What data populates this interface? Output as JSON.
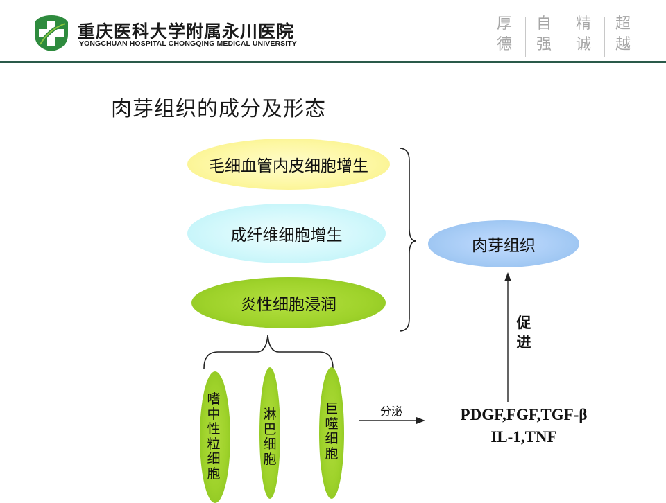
{
  "header": {
    "hospital_name_cn": "重庆医科大学附属永川医院",
    "hospital_name_en": "YONGCHUAN HOSPITAL CHONGQING MEDICAL UNIVERSITY",
    "motto": [
      "厚德",
      "自强",
      "精诚",
      "超越"
    ],
    "brand_color": "#2e8b3e",
    "rule_color": "#2a5a4a"
  },
  "slide": {
    "title": "肉芽组织的成分及形态"
  },
  "diagram": {
    "components": [
      {
        "label": "毛细血管内皮细胞增生",
        "color": "#fdf7a0"
      },
      {
        "label": "成纤维细胞增生",
        "color": "#cef7fb"
      },
      {
        "label": "炎性细胞浸润",
        "color": "#9ed22a"
      }
    ],
    "result": {
      "label": "肉芽组织",
      "color": "#a4caf4"
    },
    "inflammatory_cells": [
      {
        "label": "嗜中性粒细胞"
      },
      {
        "label": "淋巴细胞"
      },
      {
        "label": "巨噬细胞"
      }
    ],
    "secrete_label": "分泌",
    "factors_line1": "PDGF,FGF,TGF-β",
    "factors_line2": "IL-1,TNF",
    "promote_label": "促进"
  }
}
